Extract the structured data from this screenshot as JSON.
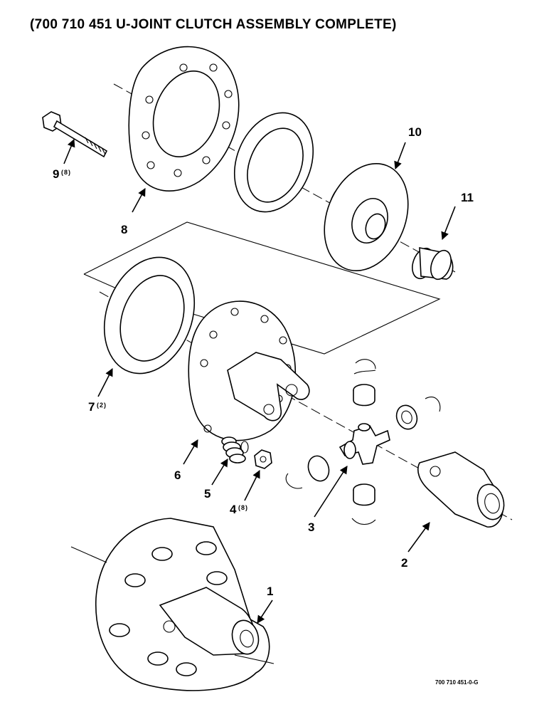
{
  "title": "(700 710 451 U-JOINT CLUTCH ASSEMBLY COMPLETE)",
  "figure_code": "700 710 451-0-G",
  "callouts": [
    {
      "number": "1",
      "qty": ""
    },
    {
      "number": "2",
      "qty": ""
    },
    {
      "number": "3",
      "qty": ""
    },
    {
      "number": "4",
      "qty": "(8)"
    },
    {
      "number": "5",
      "qty": ""
    },
    {
      "number": "6",
      "qty": ""
    },
    {
      "number": "7",
      "qty": "(2)"
    },
    {
      "number": "8",
      "qty": ""
    },
    {
      "number": "9",
      "qty": "(8)"
    },
    {
      "number": "10",
      "qty": ""
    },
    {
      "number": "11",
      "qty": ""
    }
  ]
}
